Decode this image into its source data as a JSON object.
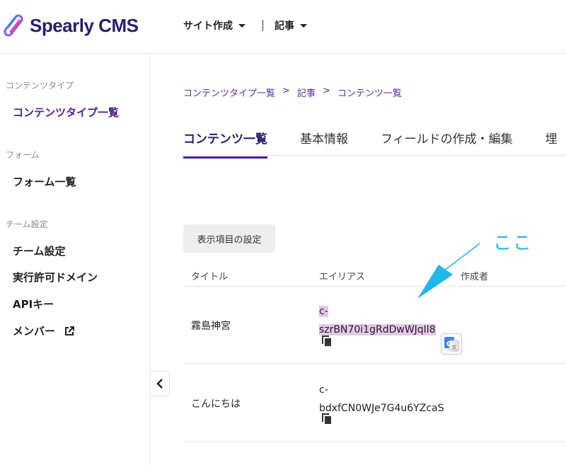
{
  "header": {
    "logo_text": "Spearly CMS",
    "nav": [
      {
        "label": "サイト作成"
      },
      {
        "label": "記事"
      }
    ]
  },
  "sidebar": {
    "sections": [
      {
        "title": "コンテンツタイプ",
        "items": [
          {
            "label": "コンテンツタイプ一覧",
            "active": true
          }
        ]
      },
      {
        "title": "フォーム",
        "items": [
          {
            "label": "フォーム一覧"
          }
        ]
      },
      {
        "title": "チーム設定",
        "items": [
          {
            "label": "チーム設定"
          },
          {
            "label": "実行許可ドメイン"
          },
          {
            "label": "APIキー"
          },
          {
            "label": "メンバー"
          }
        ]
      }
    ]
  },
  "breadcrumb": [
    "コンテンツタイプ一覧",
    "記事",
    "コンテンツ一覧"
  ],
  "breadcrumb_sep": ">",
  "tabs": [
    {
      "label": "コンテンツ一覧",
      "active": true
    },
    {
      "label": "基本情報"
    },
    {
      "label": "フィールドの作成・編集"
    },
    {
      "label": "埋"
    }
  ],
  "display_settings_button": "表示項目の設定",
  "table": {
    "columns": [
      "タイトル",
      "エイリアス",
      "作成者"
    ],
    "rows": [
      {
        "title": "霧島神宮",
        "alias_line1": "c-",
        "alias_line2": "szrBN70i1gRdDwWJqIl8"
      },
      {
        "title": "こんにちは",
        "alias_line1": "c-",
        "alias_line2": "bdxfCN0WJe7G4u6YZcaS"
      }
    ]
  },
  "annotation": "ここ",
  "colors": {
    "accent": "#4b1f8c",
    "annotation": "#1fb8e8",
    "highlight": "#e6c6ea"
  }
}
